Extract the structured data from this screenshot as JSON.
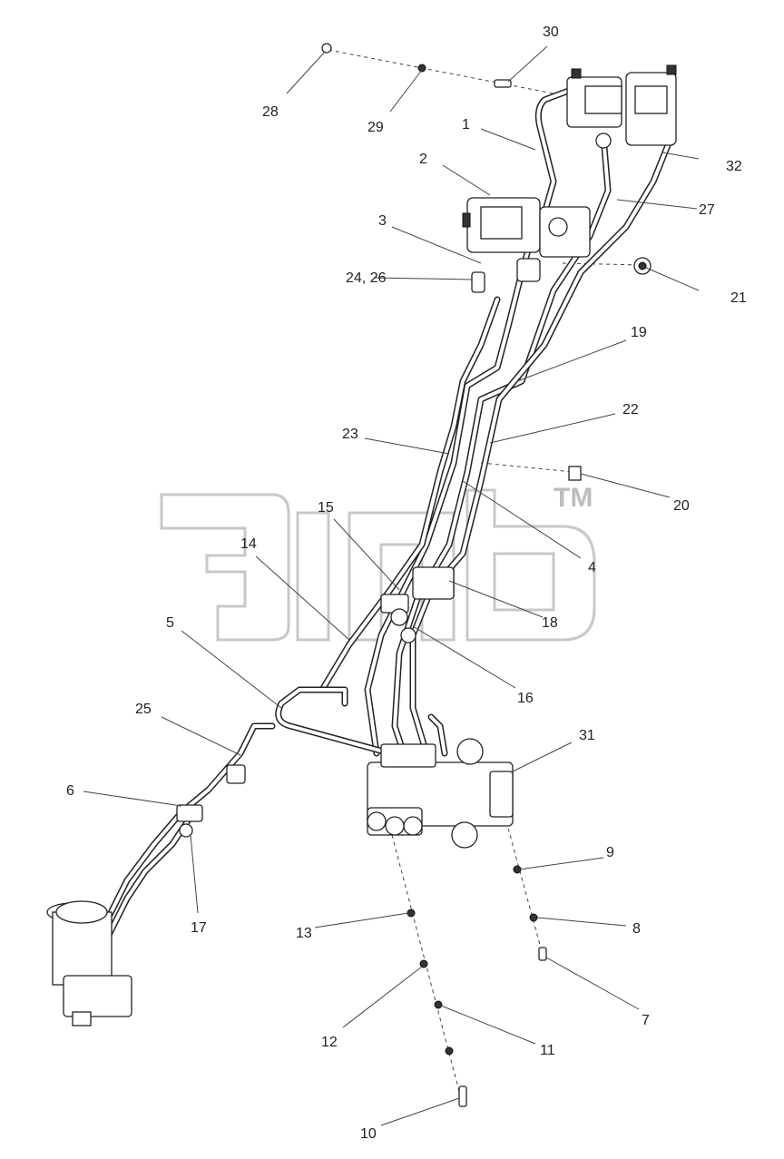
{
  "watermark": {
    "trademark": "TM"
  },
  "callouts": {
    "c1": "1",
    "c2": "2",
    "c3": "3",
    "c4": "4",
    "c5": "5",
    "c6": "6",
    "c7": "7",
    "c8": "8",
    "c9": "9",
    "c10": "10",
    "c11": "11",
    "c12": "12",
    "c13": "13",
    "c14": "14",
    "c15": "15",
    "c16": "16",
    "c17": "17",
    "c18": "18",
    "c19": "19",
    "c20": "20",
    "c21": "21",
    "c22": "22",
    "c23": "23",
    "c24_26": "24, 26",
    "c25": "25",
    "c27": "27",
    "c28": "28",
    "c29": "29",
    "c30": "30",
    "c31": "31",
    "c32": "32"
  }
}
